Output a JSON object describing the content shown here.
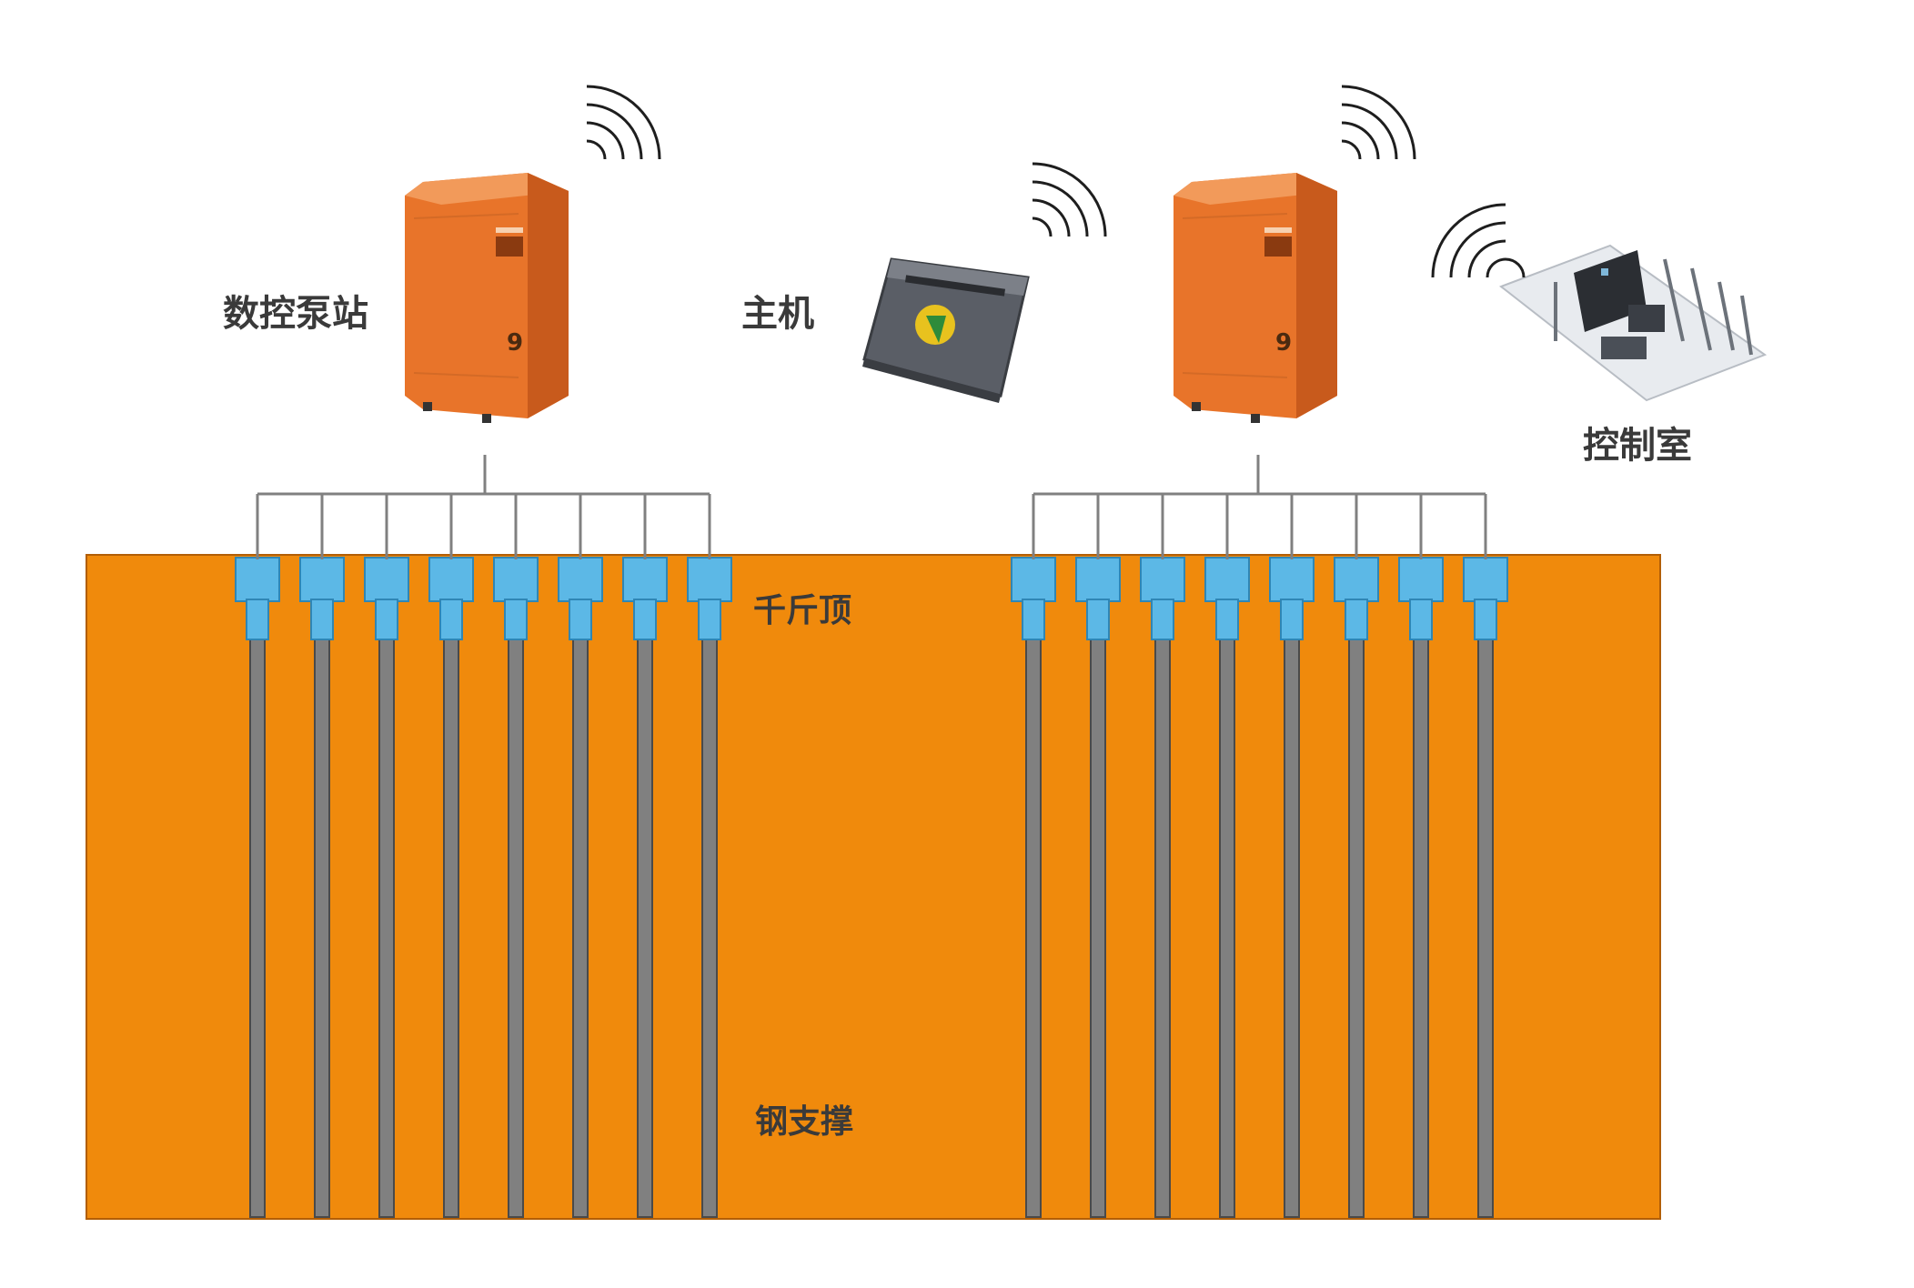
{
  "labels": {
    "pump_station": "数控泵站",
    "host": "主机",
    "control_room": "控制室",
    "jack": "千斤顶",
    "steel_support": "钢支撑"
  },
  "groups": [
    {
      "jack_count": 8
    },
    {
      "jack_count": 8
    }
  ],
  "colors": {
    "pit": "#F08A0C",
    "pump": "#E8742A",
    "pump_dark": "#C85A1C",
    "jack": "#5CB8E6",
    "strut": "#808080",
    "wire": "#808080",
    "signal": "#1E1E1E",
    "host": "#5A5E66"
  }
}
